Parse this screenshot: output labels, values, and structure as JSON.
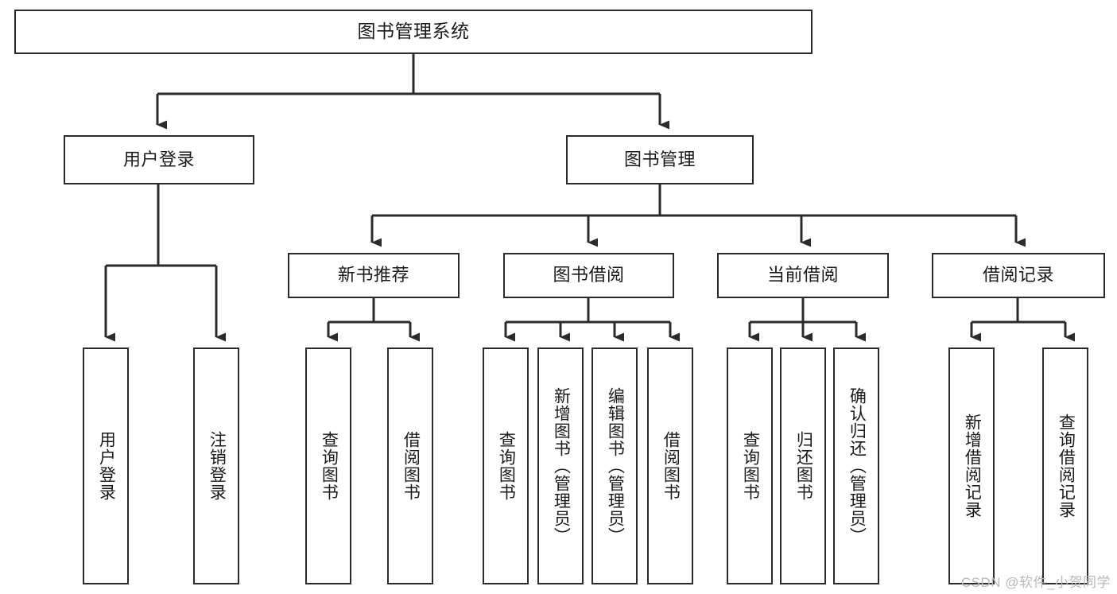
{
  "diagram": {
    "title": "图书管理系统",
    "type": "tree-hierarchy-chart",
    "orientation": "top-down"
  },
  "root": {
    "label": "图书管理系统"
  },
  "level2": [
    {
      "label": "用户登录"
    },
    {
      "label": "图书管理"
    }
  ],
  "level3": [
    {
      "label": "新书推荐"
    },
    {
      "label": "图书借阅"
    },
    {
      "label": "当前借阅"
    },
    {
      "label": "借阅记录"
    }
  ],
  "leaves": {
    "user_login": [
      {
        "label": "用户登录"
      },
      {
        "label": "注销登录"
      }
    ],
    "new_book_recommend": [
      {
        "label": "查询图书"
      },
      {
        "label": "借阅图书"
      }
    ],
    "book_borrow": [
      {
        "label": "查询图书"
      },
      {
        "label": "新增图书（管理员）"
      },
      {
        "label": "编辑图书（管理员）"
      },
      {
        "label": "借阅图书"
      }
    ],
    "current_borrow": [
      {
        "label": "查询图书"
      },
      {
        "label": "归还图书"
      },
      {
        "label": "确认归还（管理员）"
      }
    ],
    "borrow_records": [
      {
        "label": "新增借阅记录"
      },
      {
        "label": "查询借阅记录"
      }
    ]
  },
  "watermark": {
    "text": "CSDN @软件_小贺同学"
  },
  "colors": {
    "box_border": "#2b2b2b",
    "box_fill": "#ffffff",
    "connector": "#2b2b2b",
    "text": "#1a1a1a",
    "watermark": "#b9b9b9",
    "background": "#ffffff"
  }
}
